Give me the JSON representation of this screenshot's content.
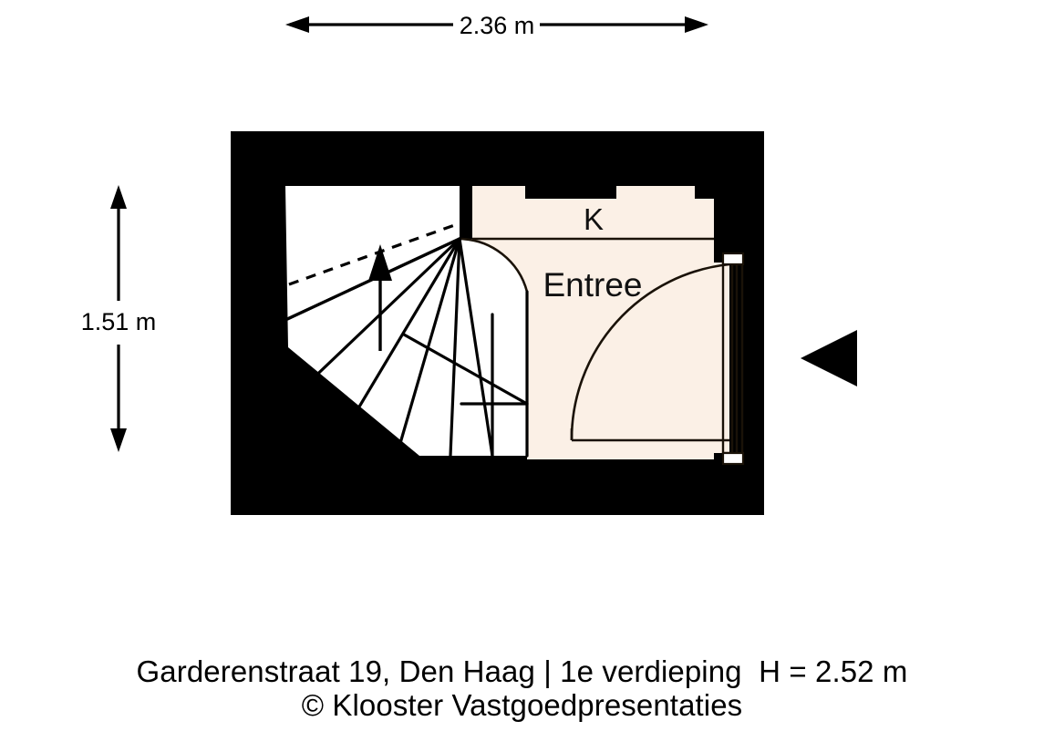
{
  "plan": {
    "dimensions": {
      "width_label": "2.36 m",
      "height_label": "1.51 m"
    },
    "rooms": [
      {
        "key": "kitchen",
        "label": "K"
      },
      {
        "key": "entrance",
        "label": "Entree"
      }
    ],
    "colors": {
      "wall": "#000000",
      "room_fill": "#FBF0E6",
      "stair_fill": "#FFFFFF",
      "line": "#1A1208",
      "background": "#FFFFFF"
    }
  },
  "caption": {
    "line1": "Garderenstraat 19, Den Haag | 1e verdieping  H = 2.52 m",
    "line2": "© Klooster Vastgoedpresentaties"
  }
}
